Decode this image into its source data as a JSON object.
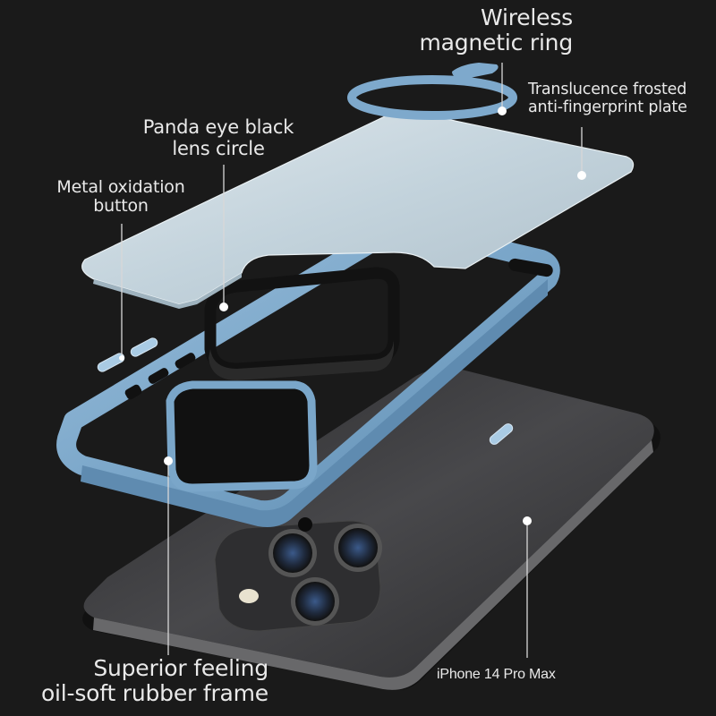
{
  "image": {
    "background": "#1a1a1a",
    "subject": "Exploded view of phone case with iPhone",
    "colors": {
      "case_blue": "#7ea9cc",
      "plate_frost": "#c7d6de",
      "lens_ring_black": "#141414",
      "phone_body": "#3a3a3c",
      "label_text": "#e9e9e9",
      "leader_line": "#d8d8d8"
    }
  },
  "callouts": {
    "wireless": {
      "line1": "Wireless",
      "line2": "magnetic ring"
    },
    "plate": {
      "line1": "Translucence frosted",
      "line2": "anti-fingerprint plate"
    },
    "panda": {
      "line1": "Panda eye black",
      "line2": "lens circle"
    },
    "metal": {
      "line1": "Metal oxidation",
      "line2": "button"
    },
    "frame": {
      "line1": "Superior feeling",
      "line2": "oil-soft rubber frame"
    },
    "model": {
      "text": "iPhone 14 Pro Max"
    }
  }
}
